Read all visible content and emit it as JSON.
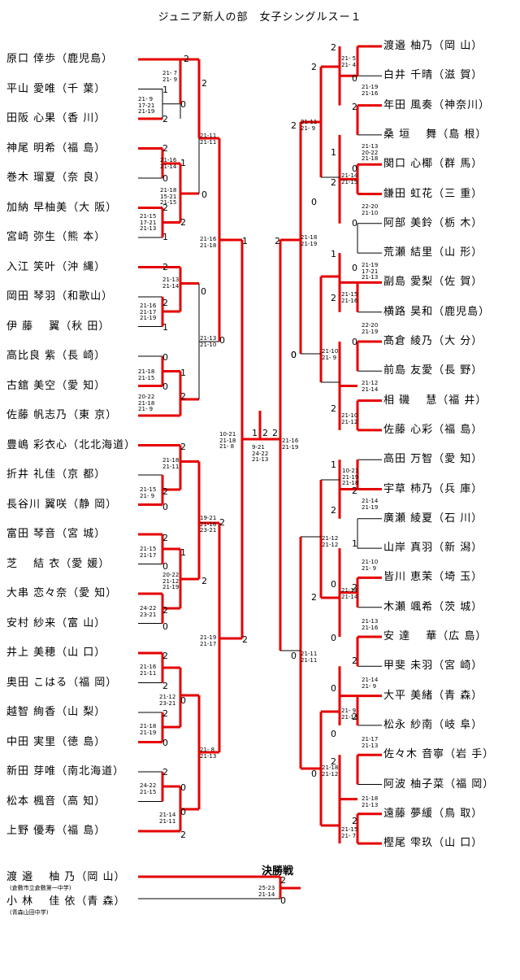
{
  "title": "ジュニア新人の部　女子シングルスー１",
  "final_label": "決勝戦",
  "left_players": [
    {
      "name": "原口 倖歩",
      "pref": "鹿児島"
    },
    {
      "name": "平山 愛唯",
      "pref": "千 葉"
    },
    {
      "name": "田阪 心果",
      "pref": "香 川"
    },
    {
      "name": "神尾 明希",
      "pref": "福 島"
    },
    {
      "name": "巻木 瑠夏",
      "pref": "奈 良"
    },
    {
      "name": "加納 早柚美",
      "pref": "大 阪"
    },
    {
      "name": "宮崎 弥生",
      "pref": "熊 本"
    },
    {
      "name": "入江 笑叶",
      "pref": "沖 縄"
    },
    {
      "name": "岡田 琴羽",
      "pref": "和歌山"
    },
    {
      "name": "伊 藤 　翼",
      "pref": "秋 田"
    },
    {
      "name": "高比良 紫",
      "pref": "長 崎"
    },
    {
      "name": "古舘 美空",
      "pref": "愛 知"
    },
    {
      "name": "佐藤 帆志乃",
      "pref": "東 京"
    },
    {
      "name": "豊嶋 彩衣心",
      "pref": "北北海道"
    },
    {
      "name": "折井 礼佳",
      "pref": "京 都"
    },
    {
      "name": "長谷川 翼咲",
      "pref": "静 岡"
    },
    {
      "name": "富田 琴音",
      "pref": "宮 城"
    },
    {
      "name": "芝 　結 衣",
      "pref": "愛 媛"
    },
    {
      "name": "大串 恋々奈",
      "pref": "愛 知"
    },
    {
      "name": "安村 紗来",
      "pref": "富 山"
    },
    {
      "name": "井上 美穂",
      "pref": "山 口"
    },
    {
      "name": "奥田 こはる",
      "pref": "福 岡"
    },
    {
      "name": "越智 絢香",
      "pref": "山 梨"
    },
    {
      "name": "中田 実里",
      "pref": "徳 島"
    },
    {
      "name": "新田 芽唯",
      "pref": "南北海道"
    },
    {
      "name": "松本 楓音",
      "pref": "高 知"
    },
    {
      "name": "上野 優寿",
      "pref": "福 島"
    }
  ],
  "right_players": [
    {
      "name": "渡邉 柚乃",
      "pref": "岡 山"
    },
    {
      "name": "白井 千晴",
      "pref": "滋 賀"
    },
    {
      "name": "年田 風奏",
      "pref": "神奈川"
    },
    {
      "name": "桑 垣 　舞",
      "pref": "島 根"
    },
    {
      "name": "関口 心椰",
      "pref": "群 馬"
    },
    {
      "name": "鎌田 虹花",
      "pref": "三 重"
    },
    {
      "name": "阿部 美鈴",
      "pref": "栃 木"
    },
    {
      "name": "荒瀬 結里",
      "pref": "山 形"
    },
    {
      "name": "副島 愛梨",
      "pref": "佐 賀"
    },
    {
      "name": "横路 昊和",
      "pref": "鹿児島"
    },
    {
      "name": "髙倉 綾乃",
      "pref": "大 分"
    },
    {
      "name": "前島 友愛",
      "pref": "長 野"
    },
    {
      "name": "相 磯 　慧",
      "pref": "福 井"
    },
    {
      "name": "佐藤 心彩",
      "pref": "福 島"
    },
    {
      "name": "高田 万智",
      "pref": "愛 知"
    },
    {
      "name": "宇草 柿乃",
      "pref": "兵 庫"
    },
    {
      "name": "廣瀬 綾夏",
      "pref": "石 川"
    },
    {
      "name": "山岸 真羽",
      "pref": "新 潟"
    },
    {
      "name": "皆川 恵茉",
      "pref": "埼 玉"
    },
    {
      "name": "木瀬 颯希",
      "pref": "茨 城"
    },
    {
      "name": "安 達 　華",
      "pref": "広 島"
    },
    {
      "name": "甲斐 未羽",
      "pref": "宮 崎"
    },
    {
      "name": "大平 美緒",
      "pref": "青 森"
    },
    {
      "name": "松永 紗南",
      "pref": "岐 阜"
    },
    {
      "name": "佐々木 音寧",
      "pref": "岩 手"
    },
    {
      "name": "阿波 柚子菜",
      "pref": "福 岡"
    },
    {
      "name": "遠藤 夢緩",
      "pref": "鳥 取"
    },
    {
      "name": "樫尾 雫玖",
      "pref": "山 口"
    }
  ],
  "final_players": [
    {
      "name": "渡 邉 　柚 乃",
      "pref": "岡 山",
      "school": "(倉敷市立倉敷第一中学)"
    },
    {
      "name": "小 林 　佳 依",
      "pref": "青 森",
      "school": "(青森山田中学)"
    }
  ],
  "final_scores": [
    "25-23",
    "21-14"
  ],
  "final_results": {
    "top": "2",
    "bottom": "0"
  },
  "match_scores": {
    "L1": [
      "21- 7",
      "21- 9"
    ],
    "L2": [
      "21- 9",
      "17-21",
      "21-19"
    ],
    "L3": [
      "21-16",
      "21-14"
    ],
    "L4": [
      "21-18",
      "15-21",
      "21-15"
    ],
    "L5": [
      "21-15",
      "17-21",
      "21-13"
    ],
    "L6": [
      "21-13",
      "21-14"
    ],
    "L7": [
      "21-16",
      "21-17",
      "21-19"
    ],
    "L8": [
      "21-18",
      "21-15"
    ],
    "L9": [
      "20-22",
      "21-18",
      "21- 9"
    ],
    "L10": [
      "21-18",
      "21-11"
    ],
    "L11": [
      "21-15",
      "21- 9"
    ],
    "L12": [
      "21-15",
      "21-17"
    ],
    "L13": [
      "20-22",
      "21-12",
      "21-19"
    ],
    "L14": [
      "24-22",
      "23-21"
    ],
    "L15": [
      "21-16",
      "21-11"
    ],
    "L16": [
      "21-18",
      "21-19"
    ],
    "L17": [
      "24-22",
      "21-15"
    ],
    "L18": [
      "21-14",
      "21-11"
    ],
    "L19": [
      "21-11",
      "21-11"
    ],
    "L20": [
      "21-13",
      "21-10"
    ],
    "L21": [
      "19-21",
      "21-16",
      "23-21"
    ],
    "L22": [
      "21-12",
      "23-21"
    ],
    "L23": [
      "21- 8",
      "21-13"
    ],
    "L24": [
      "21-16",
      "21-18"
    ],
    "L25": [
      "21-19",
      "21-17"
    ],
    "L26": [
      "10-21",
      "21-18",
      "21- 8"
    ],
    "C": [
      "9-21",
      "24-22",
      "21-13"
    ],
    "R1": [
      "21- 5",
      "21- 4"
    ],
    "R2": [
      "21-19",
      "21-16"
    ],
    "R3": [
      "21-13",
      "20-22",
      "21-18"
    ],
    "R4": [
      "21-14",
      "21-15"
    ],
    "R5": [
      "22-20",
      "21-10"
    ],
    "R6": [
      "21-19",
      "17-21",
      "21-13"
    ],
    "R7": [
      "22-20",
      "21-19"
    ],
    "R8": [
      "21-15",
      "21-16"
    ],
    "R9": [
      "21-12",
      "21-14"
    ],
    "R10": [
      "21-10",
      "21-12"
    ],
    "R11": [
      "21-11",
      "21- 9"
    ],
    "R12": [
      "21-18",
      "21-19"
    ],
    "R13": [
      "21-10",
      "21- 9"
    ],
    "R14": [
      "21-16",
      "21-19"
    ],
    "R15": [
      "10-21",
      "21-19",
      "21-18"
    ],
    "R16": [
      "21-14",
      "21-19"
    ],
    "R17": [
      "21-10",
      "21- 9"
    ],
    "R18": [
      "21-13",
      "21-16"
    ],
    "R19": [
      "21-11",
      "21-14"
    ],
    "R20": [
      "21-12",
      "21-12"
    ],
    "R21": [
      "21-14",
      "21- 9"
    ],
    "R22": [
      "21- 9",
      "21-13"
    ],
    "R23": [
      "21-17",
      "21-13"
    ],
    "R24": [
      "21-18",
      "21-13"
    ],
    "R25": [
      "21-15",
      "21- 7"
    ],
    "R26": [
      "21-18",
      "21-12"
    ],
    "R27": [
      "21-11",
      "21-11"
    ]
  },
  "game_counts": {
    "left": {
      "M1a": "2",
      "M1b": "1",
      "M1c": "0",
      "M1d": "2",
      "M2a": "2",
      "M2b": "1",
      "M2c": "0",
      "M2d": "2",
      "M2e": "2",
      "M2f": "1",
      "M3a": "2",
      "M3b": "0",
      "M3c": "2",
      "M3d": "1",
      "M4a": "0",
      "M4b": "1",
      "M4c": "0",
      "M4d": "2",
      "M5a": "2",
      "M5b": "2",
      "M5c": "0",
      "M6a": "2",
      "M6b": "1",
      "M6c": "0",
      "M6d": "2",
      "M6e": "0",
      "M7a": "2",
      "M7b": "2",
      "M7c": "0",
      "M8a": "2",
      "M8b": "0",
      "M8c": "2",
      "M8d": "0",
      "M8e": "0",
      "M8f": "2",
      "Q1": "2",
      "Q2": "0",
      "Q3": "0",
      "Q4": "2",
      "Q5": "2",
      "Q6": "1",
      "Q7": "0",
      "Q8": "2",
      "S1": "1",
      "S2": "2",
      "S3": "0",
      "S4": "2",
      "SF1": "1",
      "SF2": "2",
      "F": "1"
    },
    "right": {
      "a": "2",
      "b": "0",
      "c": "2",
      "d": "1",
      "e": "0",
      "f": "2",
      "g": "0",
      "h": "2",
      "i": "1",
      "j": "0",
      "k": "2",
      "l": "0",
      "m": "2",
      "n": "0",
      "o": "1",
      "p": "2",
      "q": "2",
      "r": "1",
      "s": "0",
      "t": "2",
      "u": "0",
      "v": "2",
      "w": "0",
      "x": "2",
      "y": "0",
      "z": "2",
      "aa": "2",
      "ab": "0",
      "ac": "2",
      "ad": "0",
      "ba": "2",
      "bb": "0",
      "bc": "2",
      "bd": "0",
      "ca": "2",
      "cb": "2",
      "cc": "0",
      "cd": "2",
      "ce": "0",
      "cf": "2",
      "cg": "0",
      "ch": "2",
      "da": "2",
      "db": "0",
      "dc": "2",
      "dd": "0",
      "de": "2",
      "df": "0",
      "f1": "2",
      "f2": "0",
      "F": "2"
    }
  },
  "colors": {
    "winner_line": "#e60000",
    "line": "#000000"
  }
}
